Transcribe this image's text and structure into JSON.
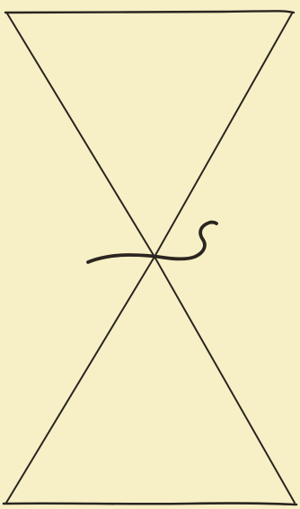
{
  "figure": {
    "background_color": "#f7f0c6",
    "ink_color": "#2a2520",
    "shapes": [
      "top-inverted-triangle",
      "bottom-triangle"
    ],
    "crossing_stroke": "hooked-curve-through-apex"
  }
}
